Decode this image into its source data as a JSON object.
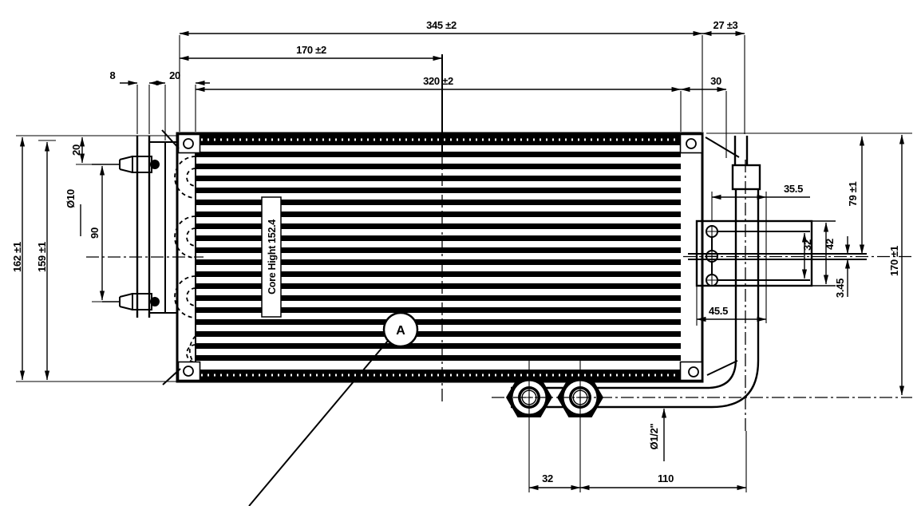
{
  "drawing": {
    "description": "Heat exchanger / condenser coil engineering drawing, front view with dimensions",
    "core_label": "Core Hight 152.4",
    "detail_marker": "A",
    "dims": {
      "d345": "345 ±2",
      "d27": "27 ±3",
      "d170_top": "170 ±2",
      "d320": "320 ±2",
      "d8": "8",
      "d20_top": "20",
      "d30": "30",
      "d162": "162 ±1",
      "d159": "159 ±1",
      "d20_left": "20",
      "d10": "Ø10",
      "d90": "90",
      "d35_5": "35.5",
      "d79": "79 ±1",
      "d32_right": "32",
      "d42": "42",
      "d3_45": "3.45",
      "d45_5": "45.5",
      "d170_right": "170 ±1",
      "d_half_inch": "Ø1/2\"",
      "d32_bottom": "32",
      "d110": "110"
    },
    "line_color": "#000000",
    "background_color": "#ffffff"
  }
}
